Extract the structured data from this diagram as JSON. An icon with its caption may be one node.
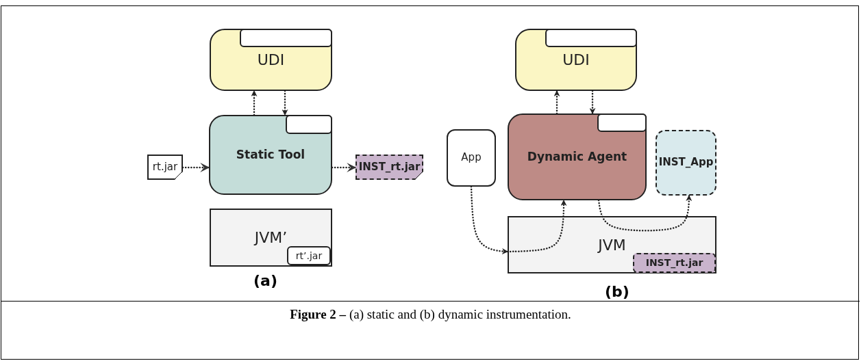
{
  "diagram": {
    "caption": "**Figure 2 –** (a) static and (b) dynamic instrumentation.",
    "nodes": [
      {
        "text": [
          "UDI"
        ]
      },
      {
        "text": [],
        "shape": "box",
        "in": 0
      },
      {
        "text": [
          "Static Tool"
        ]
      },
      {
        "text": [],
        "shape": "box",
        "in": 2
      },
      {
        "text": [
          "rt.jar"
        ]
      },
      {
        "text": [
          "INST_rt.jar"
        ]
      },
      {
        "text": [
          "JVM’"
        ]
      },
      {
        "text": [
          "rt’.jar"
        ],
        "in": 6
      },
      {
        "text": [
          "UDI"
        ]
      },
      {
        "text": [],
        "shape": "box",
        "in": 8
      },
      {
        "text": [
          "App"
        ]
      },
      {
        "text": [
          "Dynamic Agent"
        ]
      },
      {
        "text": [],
        "shape": "box",
        "in": 11
      },
      {
        "text": [
          "INST_App"
        ]
      },
      {
        "text": [
          "JVM"
        ]
      },
      {
        "text": [
          "INST_rt.jar"
        ],
        "in": 14
      }
    ],
    "edges": [
      {
        "from": 2,
        "to": 0,
        "arrow": "to"
      },
      {
        "from": 0,
        "to": 2,
        "arrow": "to"
      },
      {
        "from": 4,
        "to": 2,
        "arrow": "to"
      },
      {
        "from": 2,
        "to": 5,
        "arrow": "to"
      },
      {
        "from": 11,
        "to": 8,
        "arrow": "to"
      },
      {
        "from": 8,
        "to": 11,
        "arrow": "to"
      },
      {
        "from": 10,
        "to": 14,
        "arrow": "to"
      },
      {
        "from": 14,
        "to": 11,
        "arrow": "to"
      },
      {
        "from": 11,
        "to": 13,
        "arrow": "to"
      }
    ],
    "labels": [
      "(a)",
      "(b)"
    ]
  }
}
